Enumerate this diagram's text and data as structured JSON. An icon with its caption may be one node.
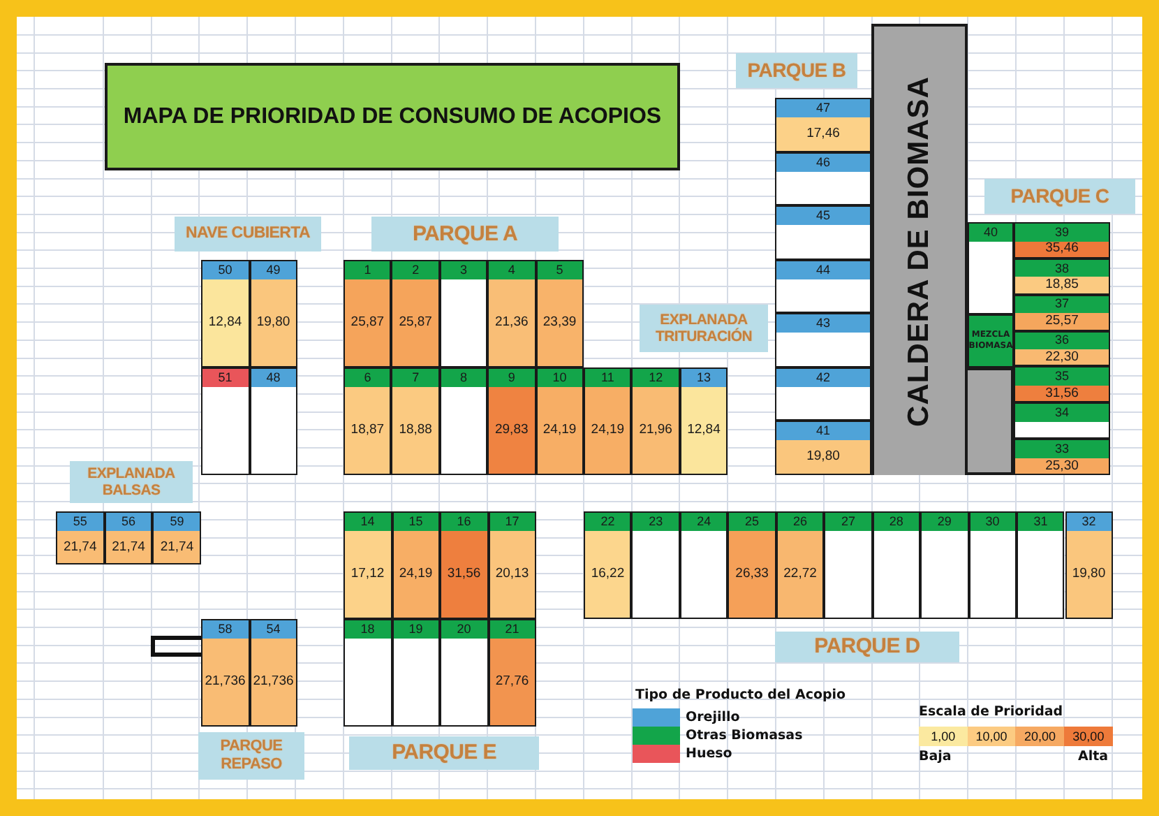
{
  "diagram": {
    "title": "MAPA DE PRIORIDAD DE CONSUMO DE ACOPIOS",
    "nodes": [
      {
        "text": [
          "PARQUE B"
        ]
      },
      {
        "text": [
          "CALDERA DE BIOMASA"
        ]
      },
      {
        "text": [
          "NAVE CUBIERTA"
        ]
      },
      {
        "text": [
          "PARQUE A"
        ]
      },
      {
        "text": [
          "PARQUE C"
        ]
      },
      {
        "text": [
          "EXPLANADA TRITURACIÓN"
        ]
      },
      {
        "text": [
          "EXPLANADA BALSAS"
        ]
      },
      {
        "text": [
          "PARQUE D"
        ]
      },
      {
        "text": [
          "PARQUE REPASO"
        ]
      },
      {
        "text": [
          "PARQUE E"
        ]
      },
      {
        "text": [
          "MEZCLA BIOMASA"
        ]
      },
      {
        "text": [
          "47",
          "17,46"
        ]
      },
      {
        "text": [
          "46"
        ]
      },
      {
        "text": [
          "45"
        ]
      },
      {
        "text": [
          "44"
        ]
      },
      {
        "text": [
          "43"
        ]
      },
      {
        "text": [
          "42"
        ]
      },
      {
        "text": [
          "41",
          "19,80"
        ]
      },
      {
        "text": [
          "50",
          "12,84"
        ]
      },
      {
        "text": [
          "49",
          "19,80"
        ]
      },
      {
        "text": [
          "51"
        ]
      },
      {
        "text": [
          "48"
        ]
      },
      {
        "text": [
          "1",
          "25,87"
        ]
      },
      {
        "text": [
          "2",
          "25,87"
        ]
      },
      {
        "text": [
          "3"
        ]
      },
      {
        "text": [
          "4",
          "21,36"
        ]
      },
      {
        "text": [
          "5",
          "23,39"
        ]
      },
      {
        "text": [
          "6",
          "18,87"
        ]
      },
      {
        "text": [
          "7",
          "18,88"
        ]
      },
      {
        "text": [
          "8"
        ]
      },
      {
        "text": [
          "9",
          "29,83"
        ]
      },
      {
        "text": [
          "10",
          "24,19"
        ]
      },
      {
        "text": [
          "11",
          "24,19"
        ]
      },
      {
        "text": [
          "12",
          "21,96"
        ]
      },
      {
        "text": [
          "13",
          "12,84"
        ]
      },
      {
        "text": [
          "40"
        ]
      },
      {
        "text": [
          "39",
          "35,46"
        ]
      },
      {
        "text": [
          "38",
          "18,85"
        ]
      },
      {
        "text": [
          "37",
          "25,57"
        ]
      },
      {
        "text": [
          "36",
          "22,30"
        ]
      },
      {
        "text": [
          "35",
          "31,56"
        ]
      },
      {
        "text": [
          "34"
        ]
      },
      {
        "text": [
          "33",
          "25,30"
        ]
      },
      {
        "text": [
          "55",
          "21,74"
        ]
      },
      {
        "text": [
          "56",
          "21,74"
        ]
      },
      {
        "text": [
          "59",
          "21,74"
        ]
      },
      {
        "text": [
          "14",
          "17,12"
        ]
      },
      {
        "text": [
          "15",
          "24,19"
        ]
      },
      {
        "text": [
          "16",
          "31,56"
        ]
      },
      {
        "text": [
          "17",
          "20,13"
        ]
      },
      {
        "text": [
          "18"
        ]
      },
      {
        "text": [
          "19"
        ]
      },
      {
        "text": [
          "20"
        ]
      },
      {
        "text": [
          "21",
          "27,76"
        ]
      },
      {
        "text": [
          "58",
          "21,736"
        ]
      },
      {
        "text": [
          "54",
          "21,736"
        ]
      },
      {
        "text": [
          "22",
          "16,22"
        ]
      },
      {
        "text": [
          "23"
        ]
      },
      {
        "text": [
          "24"
        ]
      },
      {
        "text": [
          "25",
          "26,33"
        ]
      },
      {
        "text": [
          "26",
          "22,72"
        ]
      },
      {
        "text": [
          "27"
        ]
      },
      {
        "text": [
          "28"
        ]
      },
      {
        "text": [
          "29"
        ]
      },
      {
        "text": [
          "30"
        ]
      },
      {
        "text": [
          "31"
        ]
      },
      {
        "text": [
          "32",
          "19,80"
        ]
      },
      {
        "text": [],
        "shape": "box"
      }
    ],
    "labels": [
      "Tipo de Producto del Acopio",
      "Escala de Prioridad",
      "Baja",
      "Alta"
    ],
    "legend": [
      {
        "text": "Orejillo",
        "color": "#4fa3d8"
      },
      {
        "text": "Otras Biomasas",
        "color": "#13a54a"
      },
      {
        "text": "Hueso",
        "color": "#e9555a"
      },
      {
        "text": "1,00",
        "color": "#fbe9a0"
      },
      {
        "text": "10,00",
        "color": "#fccb82"
      },
      {
        "text": "20,00",
        "color": "#f6a962"
      },
      {
        "text": "30,00",
        "color": "#ee7a3a"
      }
    ]
  }
}
